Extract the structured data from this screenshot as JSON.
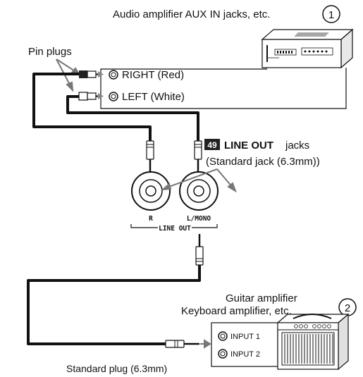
{
  "labels": {
    "audio_amp": "Audio amplifier AUX IN jacks, etc.",
    "circle1": "1",
    "pin_plugs": "Pin plugs",
    "right_red": "RIGHT (Red)",
    "left_white": "LEFT (White)",
    "lineout_badge": "49",
    "lineout_bold": "LINE OUT",
    "lineout_rest": "jacks",
    "standard_jack": "(Standard jack (6.3mm))",
    "jack_r": "R",
    "jack_lmono": "L/MONO",
    "lineout_bracket": "LINE OUT",
    "guitar_amp": "Guitar amplifier",
    "keyboard_amp": "Keyboard amplifier, etc.",
    "circle2": "2",
    "input1": "INPUT 1",
    "input2": "INPUT 2",
    "standard_plug": "Standard plug (6.3mm)"
  }
}
